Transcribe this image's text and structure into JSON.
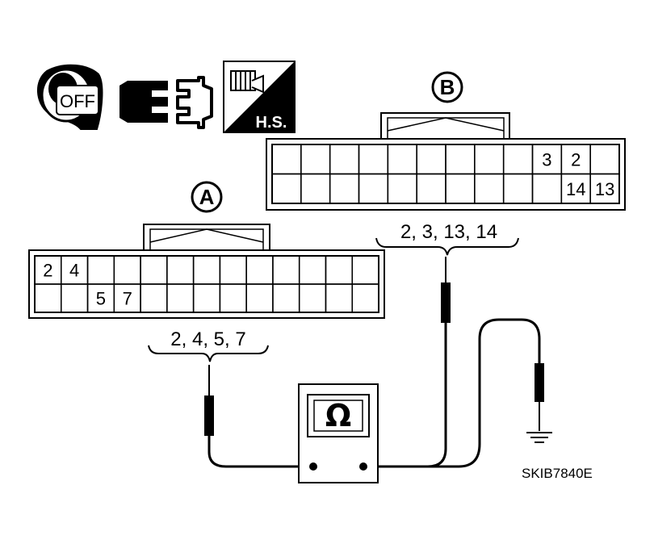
{
  "icons": {
    "ignition_text": "OFF",
    "harness_service_text": "H.S."
  },
  "connector_a": {
    "label": "A",
    "cells_row1": [
      "2",
      "4",
      "",
      "",
      "",
      "",
      "",
      "",
      "",
      "",
      "",
      "",
      ""
    ],
    "cells_row2": [
      "",
      "",
      "5",
      "7",
      "",
      "",
      "",
      "",
      "",
      "",
      "",
      "",
      ""
    ],
    "test_pins": "2, 4, 5, 7"
  },
  "connector_b": {
    "label": "B",
    "cells_row1": [
      "",
      "",
      "",
      "",
      "",
      "",
      "",
      "",
      "",
      "3",
      "2",
      ""
    ],
    "cells_row2": [
      "",
      "",
      "",
      "",
      "",
      "",
      "",
      "",
      "",
      "",
      "14",
      "13"
    ],
    "test_pins": "2, 3, 13, 14"
  },
  "meter": {
    "symbol": "Ω"
  },
  "figure_code": "SKIB7840E"
}
